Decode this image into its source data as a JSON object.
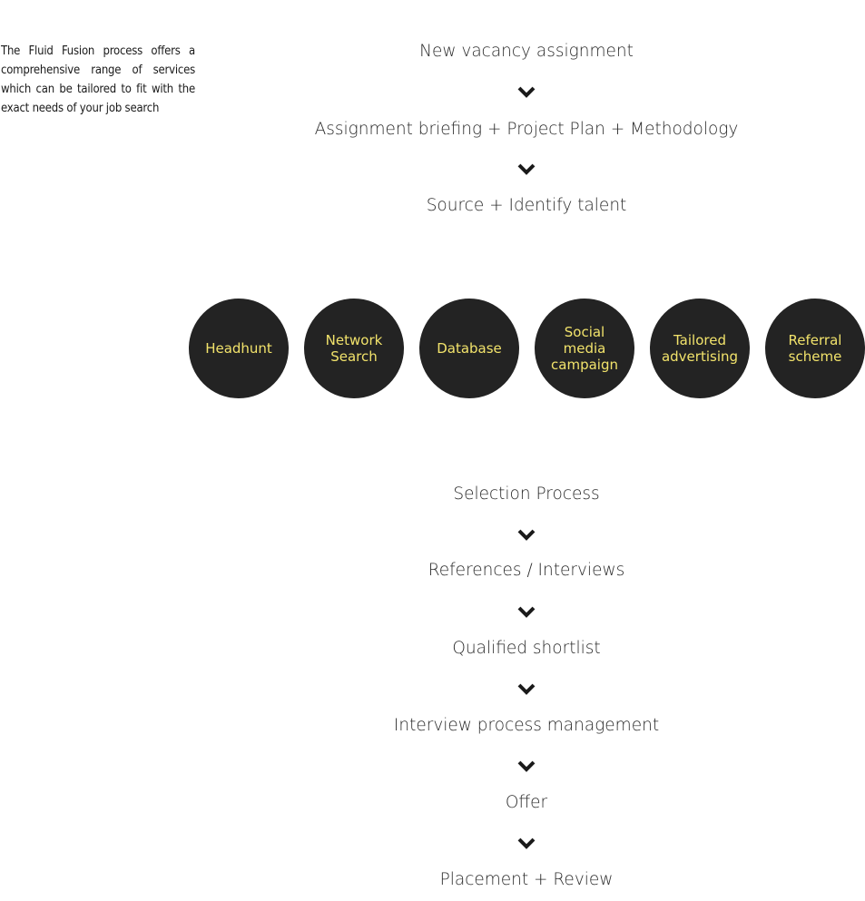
{
  "intro": {
    "text": "The Fluid Fusion process offers a comprehensive range of services which can be tailored to fit with the exact needs of your job search"
  },
  "steps_top": [
    "New vacancy assignment",
    "Assignment briefing + Project Plan +  Methodology",
    "Source + Identify talent"
  ],
  "sources": [
    "Headhunt",
    "Network\nSearch",
    "Database",
    "Social\nmedia\ncampaign",
    "Tailored\nadvertising",
    "Referral\nscheme"
  ],
  "steps_bottom": [
    "Selection Process",
    "References / Interviews",
    "Qualified shortlist",
    "Interview process management",
    "Offer",
    "Placement + Review"
  ],
  "colors": {
    "circle_fill": "#232323",
    "circle_text": "#f2e36b",
    "step_text": "#2b2b2b"
  },
  "icons": {
    "arrow": "chevron-down-icon"
  }
}
